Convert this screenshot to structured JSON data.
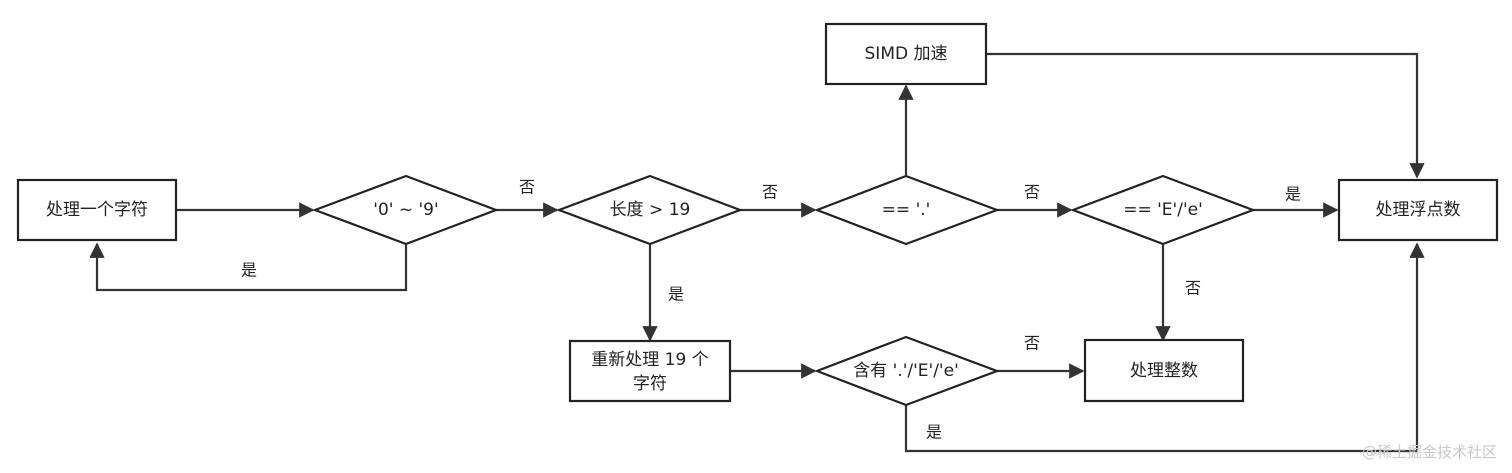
{
  "nodes": {
    "process_char": "处理一个字符",
    "is_digit": "'0' ~ '9'",
    "len_gt_19": "长度 > 19",
    "is_dot": "== '.'",
    "is_exp": "== 'E'/'e'",
    "process_float": "处理浮点数",
    "simd": "SIMD 加速",
    "reprocess_19_line1": "重新处理 19 个",
    "reprocess_19_line2": "字符",
    "contains_dot_exp": "含有 '.'/'E'/'e'",
    "process_int": "处理整数"
  },
  "edges": {
    "yes": "是",
    "no": "否"
  },
  "watermark": "@稀土掘金技术社区"
}
